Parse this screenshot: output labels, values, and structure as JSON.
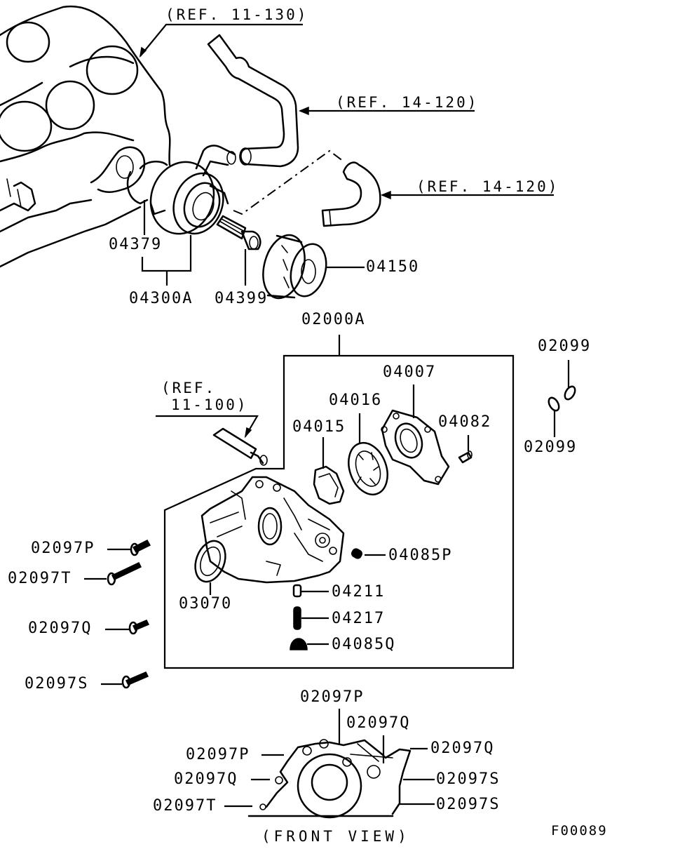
{
  "diagram": {
    "figure_id": "F00089",
    "references": {
      "ref_11_130": "(REF. 11-130)",
      "ref_14_120_upper": "(REF. 14-120)",
      "ref_14_120_lower": "(REF. 14-120)",
      "ref_11_100_line1": "(REF.",
      "ref_11_100_line2": "11-100)"
    },
    "parts": {
      "p04379": "04379",
      "p04300A": "04300A",
      "p04399": "04399",
      "p04150": "04150",
      "p02000A": "02000A",
      "p02099_top": "02099",
      "p02099_bottom": "02099",
      "p04007": "04007",
      "p04016": "04016",
      "p04015": "04015",
      "p04082": "04082",
      "p02097P": "02097P",
      "p02097T": "02097T",
      "p03070": "03070",
      "p04085P": "04085P",
      "p04211": "04211",
      "p04217": "04217",
      "p04085Q": "04085Q",
      "p02097Q": "02097Q",
      "p02097S": "02097S"
    },
    "front_view": {
      "caption": "(FRONT VIEW)",
      "labels": {
        "top_p": "02097P",
        "top_q": "02097Q",
        "right_q": "02097Q",
        "left_p": "02097P",
        "left_q": "02097Q",
        "right_s1": "02097S",
        "left_t": "02097T",
        "right_s2": "02097S"
      }
    }
  }
}
